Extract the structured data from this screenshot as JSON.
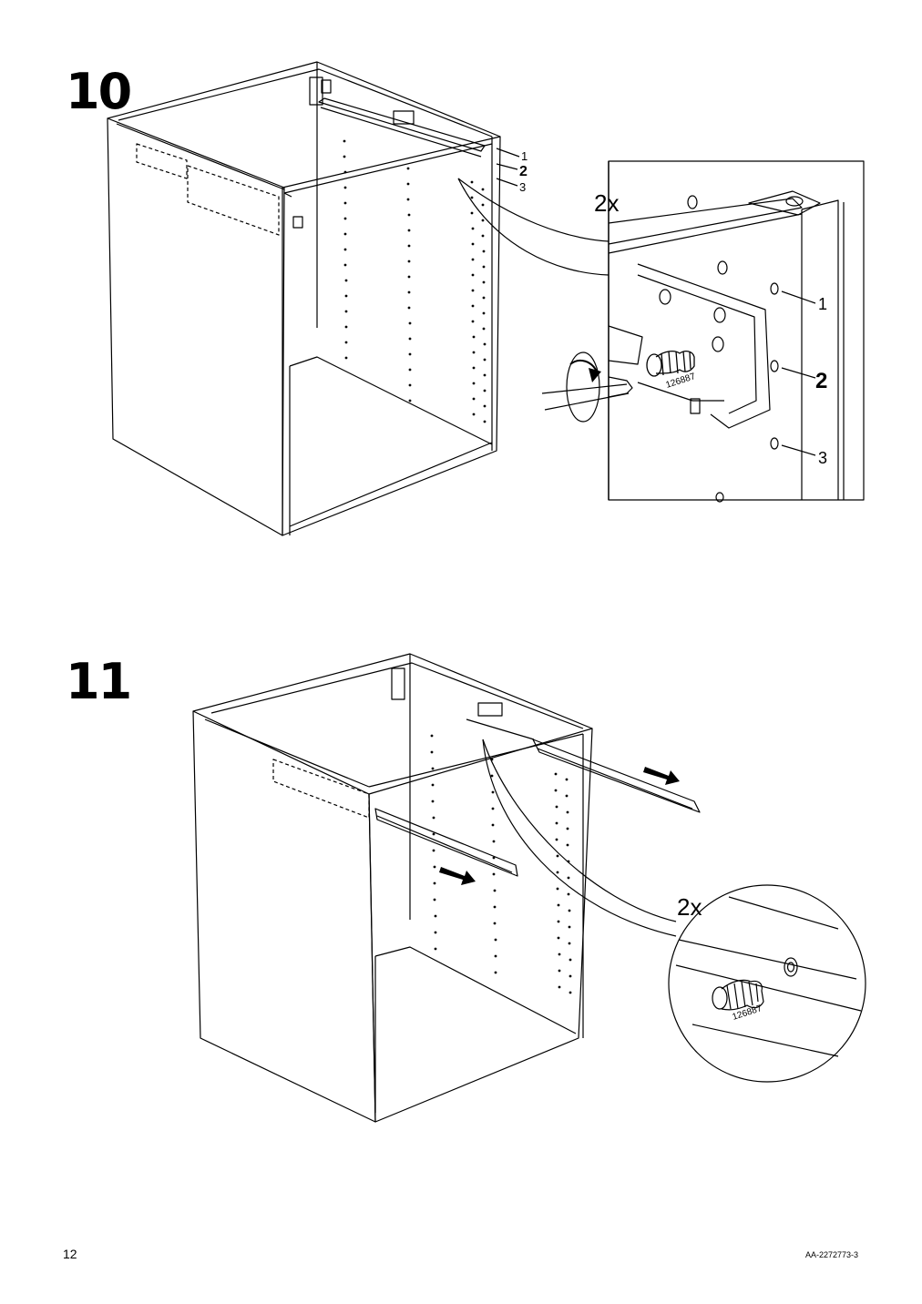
{
  "steps": [
    {
      "number": "10",
      "callouts": [
        "1",
        "2",
        "3"
      ],
      "detail": {
        "quantity": "2x",
        "part_number": "126887",
        "callouts": [
          "1",
          "2",
          "3"
        ]
      }
    },
    {
      "number": "11",
      "detail": {
        "quantity": "2x",
        "part_number": "126887"
      }
    }
  ],
  "footer": {
    "page_number": "12",
    "doc_code": "AA-2272773-3"
  }
}
